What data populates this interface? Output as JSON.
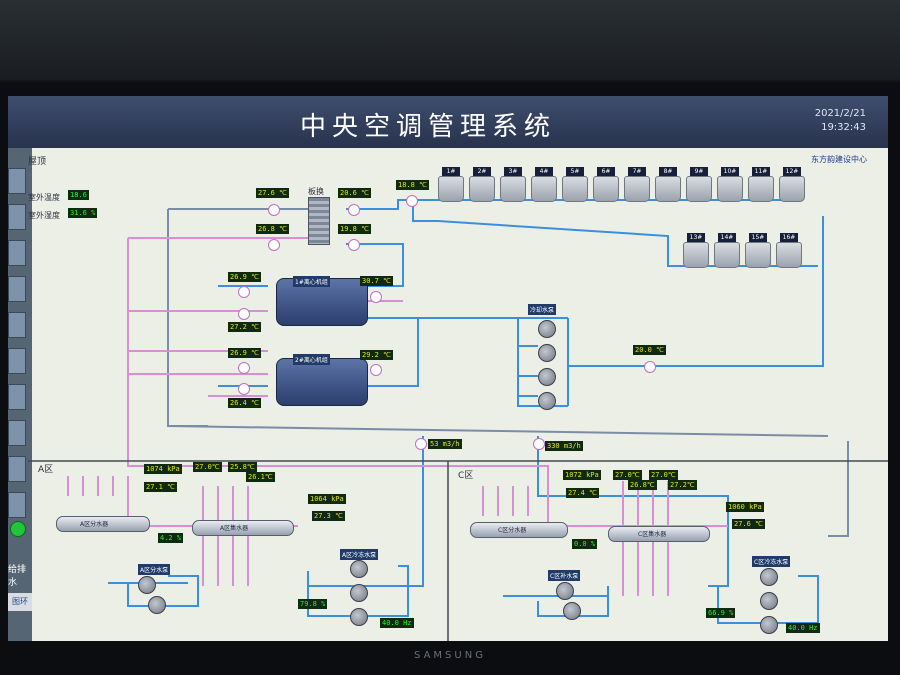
{
  "header": {
    "title": "中央空调管理系统",
    "date": "2021/2/21",
    "time": "19:32:43",
    "org": "东方韵建设中心"
  },
  "section_label": "屋顶",
  "env": {
    "outdoor_temp_label": "室外温度",
    "outdoor_temp": "18.6",
    "outdoor_humid_label": "室外湿度",
    "outdoor_humid": "31.6 %"
  },
  "hx_label": "板换",
  "chiller1_label": "1#离心机组",
  "chiller2_label": "2#离心机组",
  "cooling_pump_label": "冷却水泵",
  "towers": [
    "1#",
    "2#",
    "3#",
    "4#",
    "5#",
    "6#",
    "7#",
    "8#",
    "9#",
    "10#",
    "11#",
    "12#",
    "13#",
    "14#",
    "15#",
    "16#"
  ],
  "temps": {
    "hx_in_top": "27.6 ℃",
    "hx_out_top": "20.6 ℃",
    "tower_out": "18.8 ℃",
    "hx_in_bottom": "26.8 ℃",
    "hx_out_bottom": "19.8 ℃",
    "c1_a": "26.9 ℃",
    "c1_b": "30.7 ℃",
    "c1_c": "27.2 ℃",
    "c2_a": "26.9 ℃",
    "c2_b": "29.2 ℃",
    "c2_c": "26.4 ℃",
    "cw_supply": "20.0 ℃"
  },
  "flows": {
    "a_flow": "53 m3/h",
    "c_flow": "330 m3/h"
  },
  "zone_a": {
    "label": "A区",
    "dist_label": "A区分水器",
    "collect_label": "A区集水器",
    "pump_label": "A区分水泵",
    "supply_pump_label": "A区冷冻水泵",
    "p1": "1074 kPa",
    "t1": "27.1 ℃",
    "p2": "1064 kPa",
    "t2": "27.3 ℃",
    "valve": "4.2 %",
    "freq": "79.8 %",
    "hz": "40.0 Hz",
    "branch_temps": [
      "27.0℃",
      "25.8℃",
      "26.1℃"
    ]
  },
  "zone_c": {
    "label": "C区",
    "dist_label": "C区分水器",
    "collect_label": "C区集水器",
    "pump_label": "C区补水泵",
    "supply_pump_label": "C区冷冻水泵",
    "p1": "1072 kPa",
    "t1": "27.4 ℃",
    "p2": "1060 kPa",
    "t2": "27.6 ℃",
    "valve": "0.0 %",
    "freq": "66.9 %",
    "hz": "40.0 Hz",
    "branch_temps": [
      "27.0℃",
      "26.8℃",
      "27.0℃",
      "27.2℃"
    ]
  },
  "sidebar": {
    "label_bottom": "给排水",
    "logo": "图环"
  },
  "monitor_brand": "SAMSUNG",
  "colors": {
    "pipe_blue": "#3a8fe0",
    "pipe_pink": "#d98fd6",
    "pipe_gray": "#7b8ca8",
    "value_bg": "#0f2a10",
    "value_fg": "#e6e020"
  }
}
